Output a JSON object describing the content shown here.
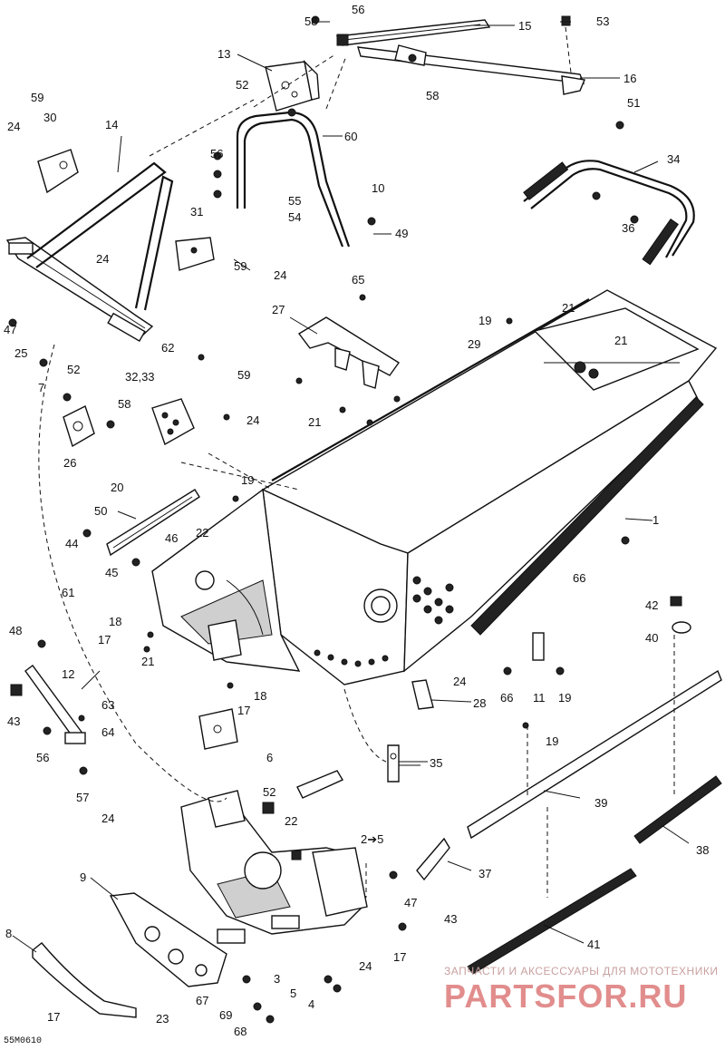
{
  "diagram": {
    "drawing_code": "55M0610",
    "watermark_line1": "ЗАПЧАСТИ И АКСЕССУАРЫ ДЛЯ МОТОТЕХНИКИ",
    "watermark_line2": "PARTSFOR.RU",
    "callouts": [
      {
        "id": "c56",
        "text": "56"
      },
      {
        "id": "c58a",
        "text": "58"
      },
      {
        "id": "c15",
        "text": "15"
      },
      {
        "id": "c53",
        "text": "53"
      },
      {
        "id": "c13",
        "text": "13"
      },
      {
        "id": "c16",
        "text": "16"
      },
      {
        "id": "c52a",
        "text": "52"
      },
      {
        "id": "c58b",
        "text": "58"
      },
      {
        "id": "c51",
        "text": "51"
      },
      {
        "id": "c59a",
        "text": "59"
      },
      {
        "id": "c30",
        "text": "30"
      },
      {
        "id": "c14",
        "text": "14"
      },
      {
        "id": "c24a",
        "text": "24"
      },
      {
        "id": "c60",
        "text": "60"
      },
      {
        "id": "c34",
        "text": "34"
      },
      {
        "id": "c56b",
        "text": "56"
      },
      {
        "id": "c10",
        "text": "10"
      },
      {
        "id": "c55",
        "text": "55"
      },
      {
        "id": "c54",
        "text": "54"
      },
      {
        "id": "c36",
        "text": "36"
      },
      {
        "id": "c31",
        "text": "31"
      },
      {
        "id": "c49",
        "text": "49"
      },
      {
        "id": "c24b",
        "text": "24"
      },
      {
        "id": "c59b",
        "text": "59"
      },
      {
        "id": "c24c",
        "text": "24"
      },
      {
        "id": "c65",
        "text": "65"
      },
      {
        "id": "c27",
        "text": "27"
      },
      {
        "id": "c21a",
        "text": "21"
      },
      {
        "id": "c19a",
        "text": "19"
      },
      {
        "id": "c29",
        "text": "29"
      },
      {
        "id": "c21b",
        "text": "21"
      },
      {
        "id": "c47a",
        "text": "47"
      },
      {
        "id": "c62",
        "text": "62"
      },
      {
        "id": "c25",
        "text": "25"
      },
      {
        "id": "c7",
        "text": "7"
      },
      {
        "id": "c52b",
        "text": "52"
      },
      {
        "id": "c32",
        "text": "32,33"
      },
      {
        "id": "c59c",
        "text": "59"
      },
      {
        "id": "c58c",
        "text": "58"
      },
      {
        "id": "c24d",
        "text": "24"
      },
      {
        "id": "c21c",
        "text": "21"
      },
      {
        "id": "c26",
        "text": "26"
      },
      {
        "id": "c19b",
        "text": "19"
      },
      {
        "id": "c20",
        "text": "20"
      },
      {
        "id": "c1",
        "text": "1"
      },
      {
        "id": "c50",
        "text": "50"
      },
      {
        "id": "c22a",
        "text": "22"
      },
      {
        "id": "c44",
        "text": "44"
      },
      {
        "id": "c46",
        "text": "46"
      },
      {
        "id": "c45",
        "text": "45"
      },
      {
        "id": "c66a",
        "text": "66"
      },
      {
        "id": "c61",
        "text": "61"
      },
      {
        "id": "c42",
        "text": "42"
      },
      {
        "id": "c48",
        "text": "48"
      },
      {
        "id": "c18a",
        "text": "18"
      },
      {
        "id": "c17a",
        "text": "17"
      },
      {
        "id": "c40",
        "text": "40"
      },
      {
        "id": "c21d",
        "text": "21"
      },
      {
        "id": "c12",
        "text": "12"
      },
      {
        "id": "c63",
        "text": "63"
      },
      {
        "id": "c43a",
        "text": "43"
      },
      {
        "id": "c64",
        "text": "64"
      },
      {
        "id": "c18b",
        "text": "18"
      },
      {
        "id": "c17b",
        "text": "17"
      },
      {
        "id": "c24e",
        "text": "24"
      },
      {
        "id": "c28",
        "text": "28"
      },
      {
        "id": "c66b",
        "text": "66"
      },
      {
        "id": "c11",
        "text": "11"
      },
      {
        "id": "c19c",
        "text": "19"
      },
      {
        "id": "c56c",
        "text": "56"
      },
      {
        "id": "c57",
        "text": "57"
      },
      {
        "id": "c6",
        "text": "6"
      },
      {
        "id": "c35",
        "text": "35"
      },
      {
        "id": "c19d",
        "text": "19"
      },
      {
        "id": "c39",
        "text": "39"
      },
      {
        "id": "c52c",
        "text": "52"
      },
      {
        "id": "c24f",
        "text": "24"
      },
      {
        "id": "c22b",
        "text": "22"
      },
      {
        "id": "c2to5",
        "text": "2➔5"
      },
      {
        "id": "c38",
        "text": "38"
      },
      {
        "id": "c37",
        "text": "37"
      },
      {
        "id": "c9",
        "text": "9"
      },
      {
        "id": "c47b",
        "text": "47"
      },
      {
        "id": "c43b",
        "text": "43"
      },
      {
        "id": "c8",
        "text": "8"
      },
      {
        "id": "c41",
        "text": "41"
      },
      {
        "id": "c17c",
        "text": "17"
      },
      {
        "id": "c24g",
        "text": "24"
      },
      {
        "id": "c3",
        "text": "3"
      },
      {
        "id": "c5",
        "text": "5"
      },
      {
        "id": "c67",
        "text": "67"
      },
      {
        "id": "c4",
        "text": "4"
      },
      {
        "id": "c23",
        "text": "23"
      },
      {
        "id": "c17d",
        "text": "17"
      },
      {
        "id": "c69",
        "text": "69"
      },
      {
        "id": "c68",
        "text": "68"
      }
    ]
  }
}
